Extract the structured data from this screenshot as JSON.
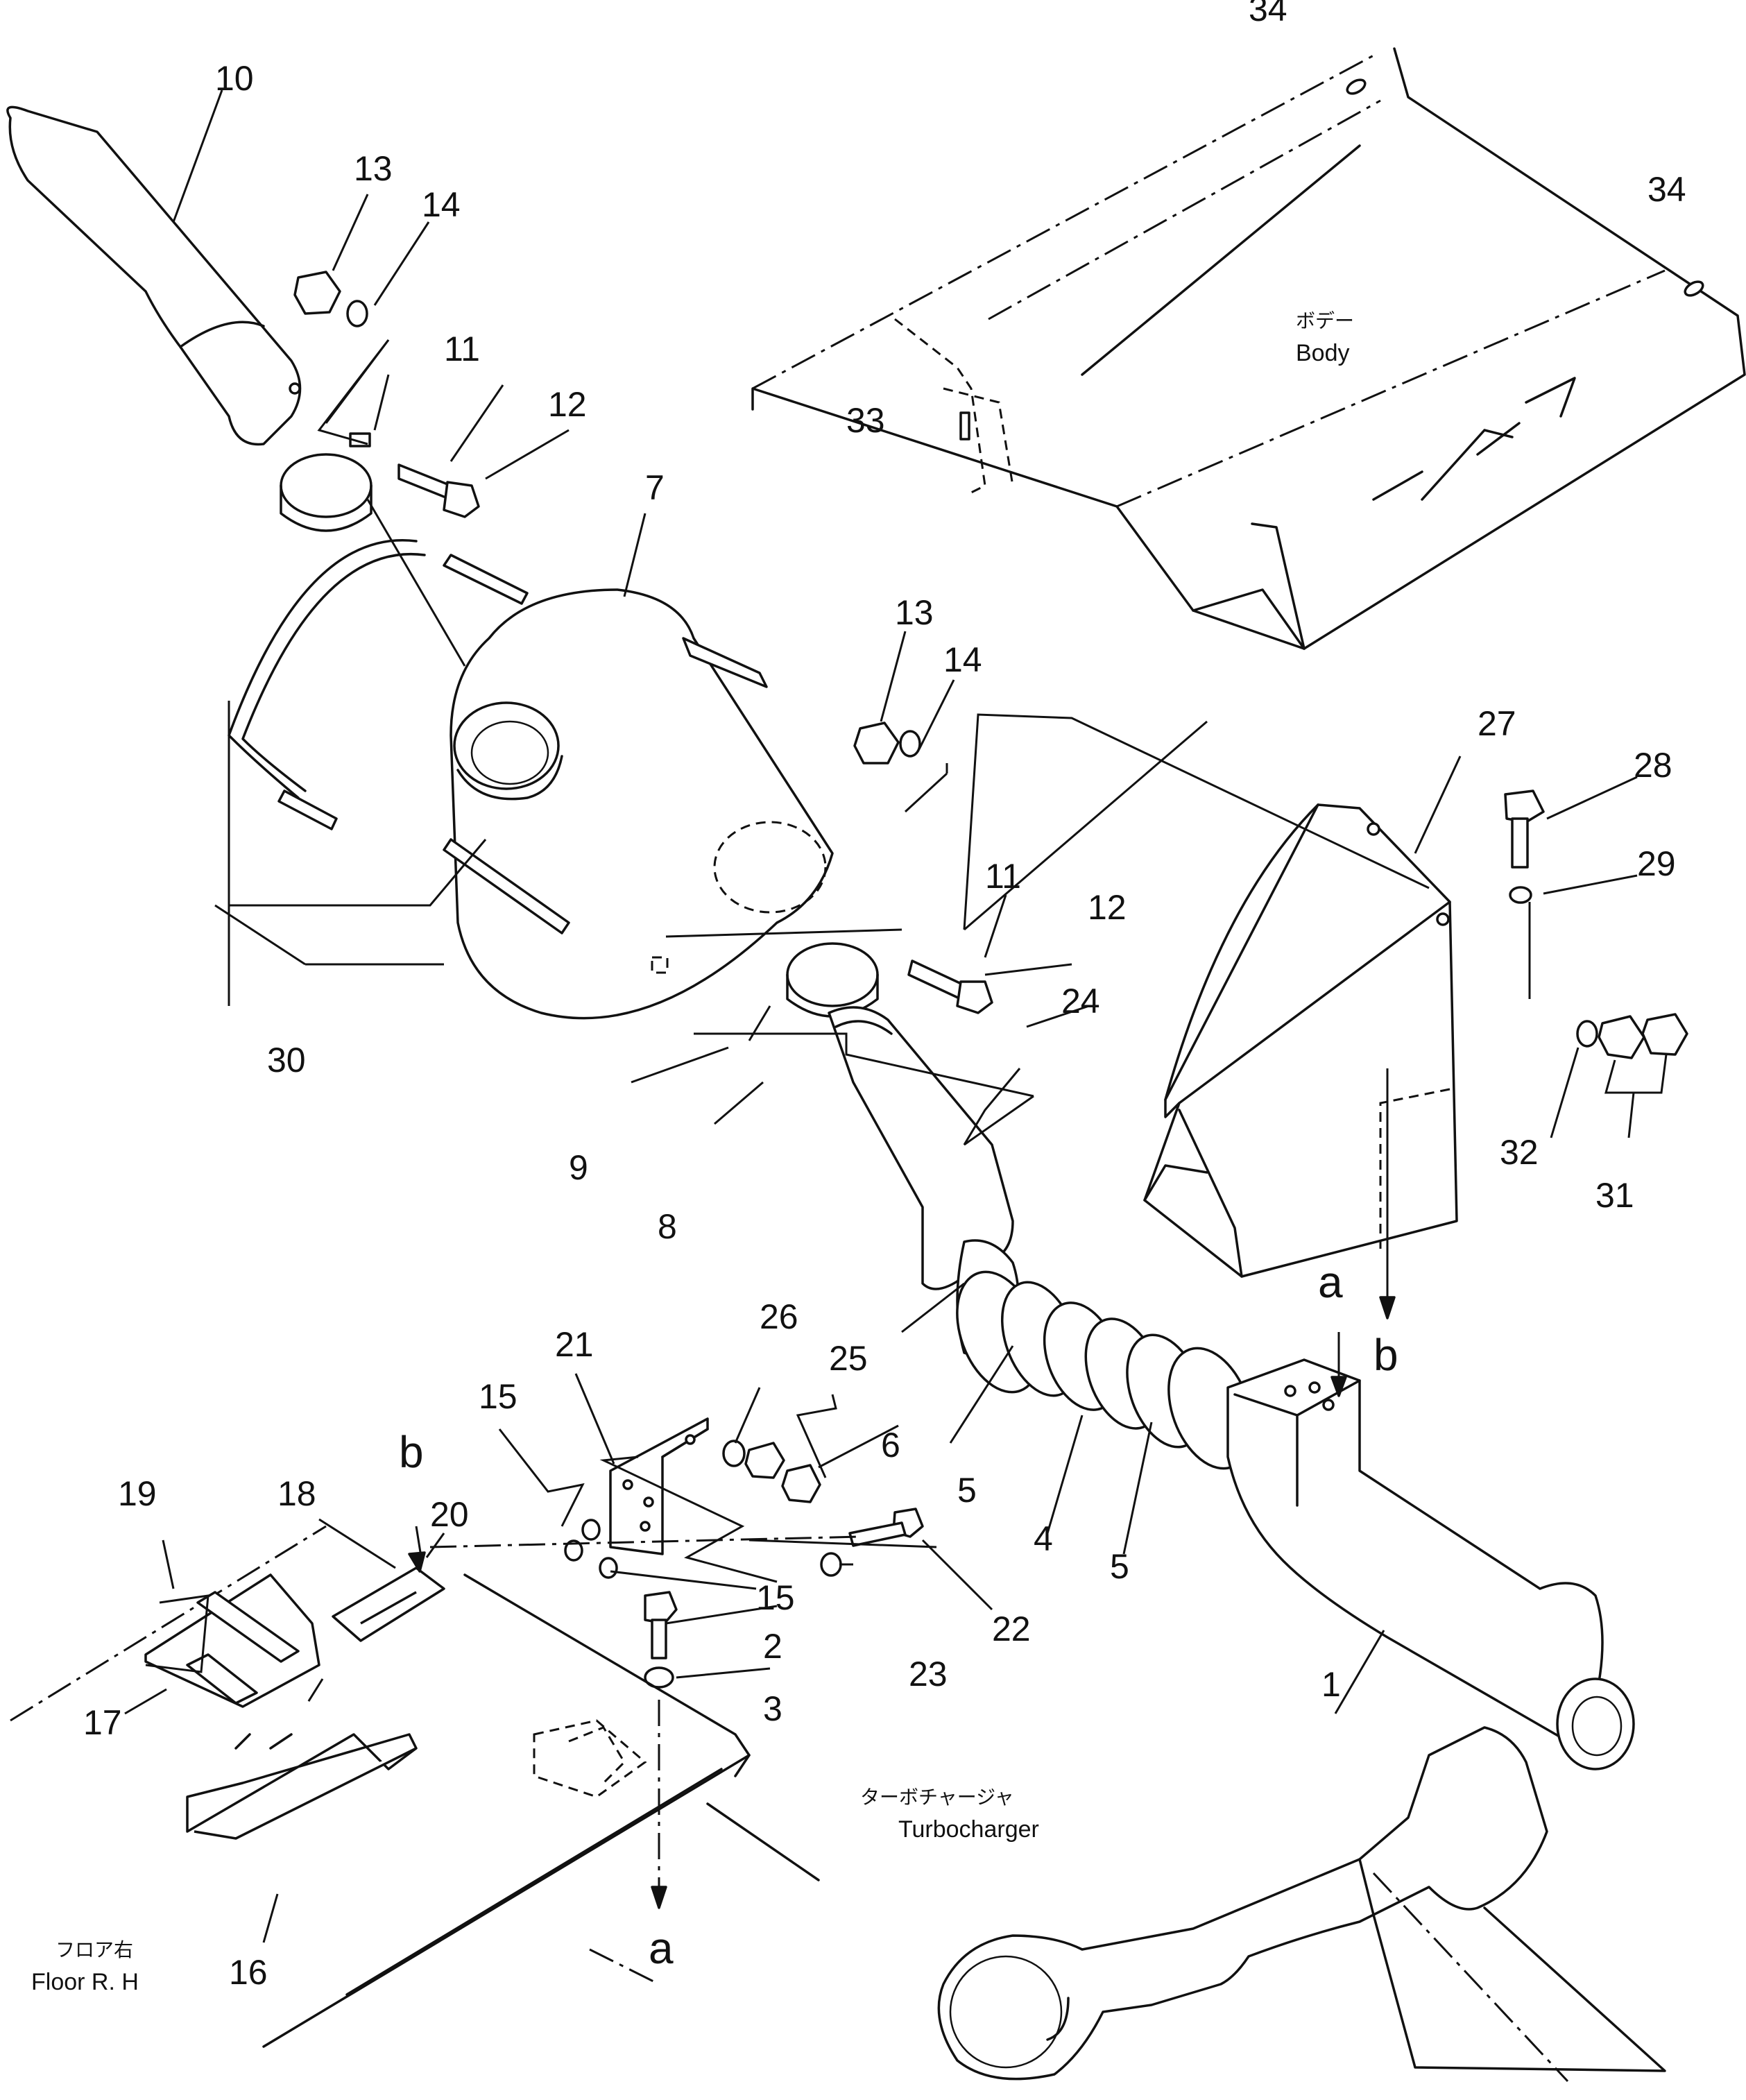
{
  "callouts": {
    "c1": "1",
    "c2": "2",
    "c3": "3",
    "c4": "4",
    "c5a": "5",
    "c5b": "5",
    "c6": "6",
    "c7": "7",
    "c8": "8",
    "c9": "9",
    "c10": "10",
    "c11a": "11",
    "c11b": "11",
    "c12a": "12",
    "c12b": "12",
    "c13a": "13",
    "c13b": "13",
    "c14a": "14",
    "c14b": "14",
    "c15a": "15",
    "c15b": "15",
    "c16": "16",
    "c17": "17",
    "c18": "18",
    "c19": "19",
    "c20": "20",
    "c21": "21",
    "c22": "22",
    "c23": "23",
    "c24": "24",
    "c25": "25",
    "c26": "26",
    "c27": "27",
    "c28": "28",
    "c29": "29",
    "c30": "30",
    "c31": "31",
    "c32": "32",
    "c33": "33",
    "c34a": "34",
    "c34b": "34"
  },
  "refs": {
    "a1": "a",
    "b1": "b",
    "a2": "a",
    "b2": "b"
  },
  "labels": {
    "body_jp": "ボデー",
    "body_en": "Body",
    "turbo_jp": "ターボチャージャ",
    "turbo_en": "Turbocharger",
    "floor_jp": "フロア右",
    "floor_en": "Floor  R. H"
  }
}
